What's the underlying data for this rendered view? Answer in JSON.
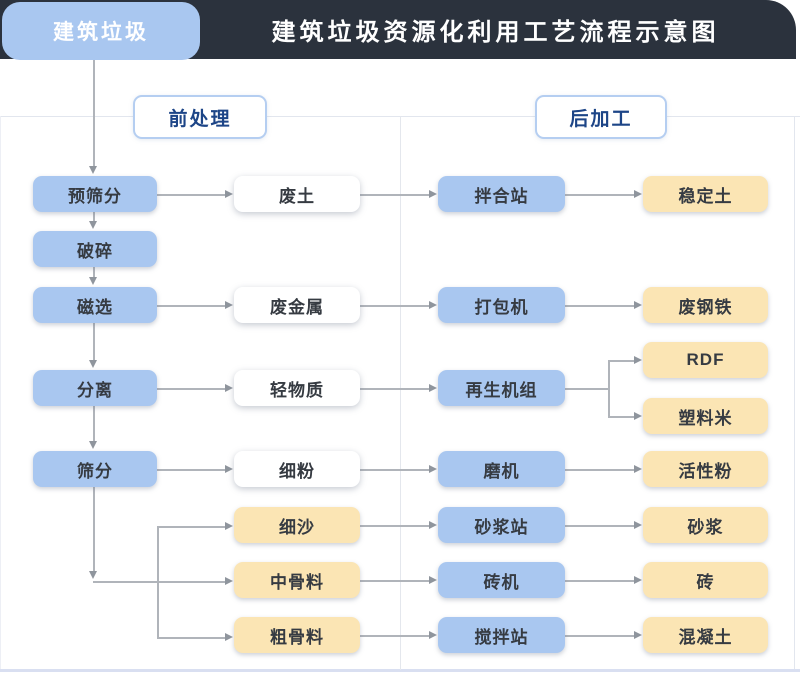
{
  "header": {
    "tab_label": "建筑垃圾",
    "title": "建筑垃圾资源化利用工艺流程示意图"
  },
  "sections": {
    "pre": "前处理",
    "post": "后加工"
  },
  "flow": {
    "source": "建筑垃圾",
    "steps": [
      "预筛分",
      "破碎",
      "磁选",
      "分离",
      "筛分"
    ],
    "materials": [
      "废土",
      "废金属",
      "轻物质",
      "细粉",
      "细沙",
      "中骨料",
      "粗骨料"
    ],
    "equipment": [
      "拌合站",
      "打包机",
      "再生机组",
      "磨机",
      "砂浆站",
      "砖机",
      "搅拌站"
    ],
    "products": [
      "稳定土",
      "废钢铁",
      "RDF",
      "塑料米",
      "活性粉",
      "砂浆",
      "砖",
      "混凝土"
    ],
    "edges": [
      {
        "from": "建筑垃圾",
        "to": "预筛分"
      },
      {
        "from": "预筛分",
        "to": "破碎"
      },
      {
        "from": "破碎",
        "to": "磁选"
      },
      {
        "from": "磁选",
        "to": "分离"
      },
      {
        "from": "分离",
        "to": "筛分"
      },
      {
        "from": "预筛分",
        "to": "废土"
      },
      {
        "from": "磁选",
        "to": "废金属"
      },
      {
        "from": "分离",
        "to": "轻物质"
      },
      {
        "from": "筛分",
        "to": "细粉"
      },
      {
        "from": "筛分",
        "to": "细沙"
      },
      {
        "from": "筛分",
        "to": "中骨料"
      },
      {
        "from": "筛分",
        "to": "粗骨料"
      },
      {
        "from": "废土",
        "to": "拌合站"
      },
      {
        "from": "废金属",
        "to": "打包机"
      },
      {
        "from": "轻物质",
        "to": "再生机组"
      },
      {
        "from": "细粉",
        "to": "磨机"
      },
      {
        "from": "细沙",
        "to": "砂浆站"
      },
      {
        "from": "中骨料",
        "to": "砖机"
      },
      {
        "from": "粗骨料",
        "to": "搅拌站"
      },
      {
        "from": "拌合站",
        "to": "稳定土"
      },
      {
        "from": "打包机",
        "to": "废钢铁"
      },
      {
        "from": "再生机组",
        "to": "RDF"
      },
      {
        "from": "再生机组",
        "to": "塑料米"
      },
      {
        "from": "磨机",
        "to": "活性粉"
      },
      {
        "from": "砂浆站",
        "to": "砂浆"
      },
      {
        "from": "砖机",
        "to": "砖"
      },
      {
        "from": "搅拌站",
        "to": "混凝土"
      }
    ]
  },
  "colors": {
    "header_bg": "#2b323d",
    "title_text": "#ffffff",
    "node_blue": "#a9c7f0",
    "node_yellow": "#fbe5b4",
    "node_white": "#ffffff",
    "section_border": "#b5cef1",
    "section_text": "#1d4587",
    "connector": "#b0b4ba"
  }
}
